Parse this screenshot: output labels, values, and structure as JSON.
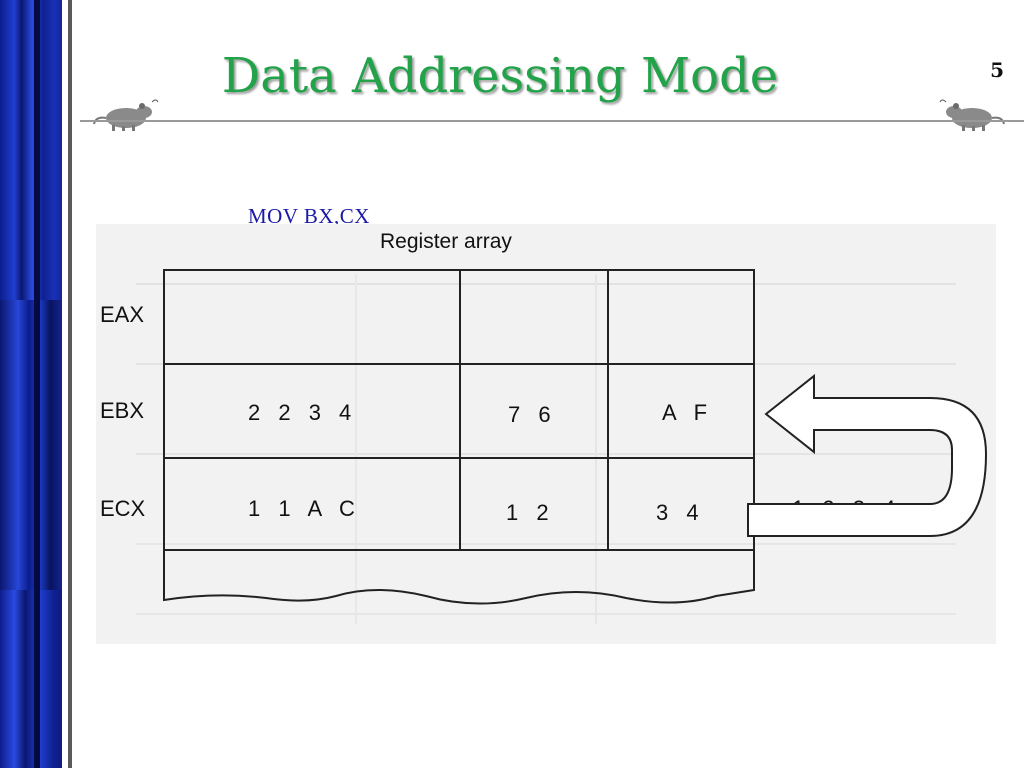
{
  "slide": {
    "title": "Data Addressing Mode",
    "number": "5"
  },
  "instruction": "MOV BX,CX",
  "figure": {
    "header": "Register array",
    "registers": [
      {
        "name": "EAX",
        "cells": [
          "",
          "",
          ""
        ]
      },
      {
        "name": "EBX",
        "cells": [
          "2 2 3 4",
          "7 6",
          "A F"
        ]
      },
      {
        "name": "ECX",
        "cells": [
          "1 1 A C",
          "1 2",
          "3 4"
        ]
      }
    ],
    "source_value": "1 2 3 4"
  },
  "colors": {
    "title": "#22a34a",
    "instruction": "#1a1aa6",
    "left_bar": "#1a2fb0"
  }
}
